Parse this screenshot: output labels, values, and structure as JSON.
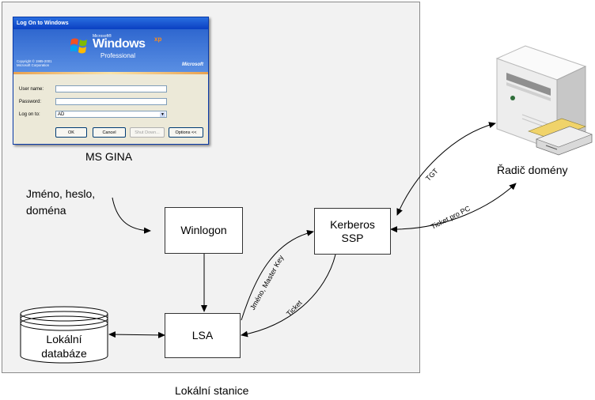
{
  "login_dialog": {
    "title": "Log On to Windows",
    "banner_microsoft": "Microsoft®",
    "banner_windows": "Windows",
    "banner_xp": "xp",
    "banner_edition": "Professional",
    "copyright": "Copyright © 1985-2001\nMicrosoft Corporation",
    "brand": "Microsoft",
    "fields": {
      "user_name_label": "User name:",
      "user_name_value": "",
      "password_label": "Password:",
      "password_value": "",
      "logon_to_label": "Log on to:",
      "logon_to_value": "AD"
    },
    "buttons": {
      "ok": "OK",
      "cancel": "Cancel",
      "shutdown": "Shut Down...",
      "options": "Options <<"
    }
  },
  "labels": {
    "gina": "MS GINA",
    "credentials_line1": "Jméno, heslo,",
    "credentials_line2": "doména",
    "station": "Lokální stanice",
    "domain_controller": "Řadič domény"
  },
  "boxes": {
    "winlogon": "Winlogon",
    "kerberos_line1": "Kerberos",
    "kerberos_line2": "SSP",
    "lsa": "LSA",
    "db_line1": "Lokální",
    "db_line2": "databáze"
  },
  "edges": {
    "tgt": "TGT",
    "ticket_pc": "Ticket pro PC",
    "name_master_key": "Jméno, Master Key",
    "ticket": "Ticket"
  }
}
